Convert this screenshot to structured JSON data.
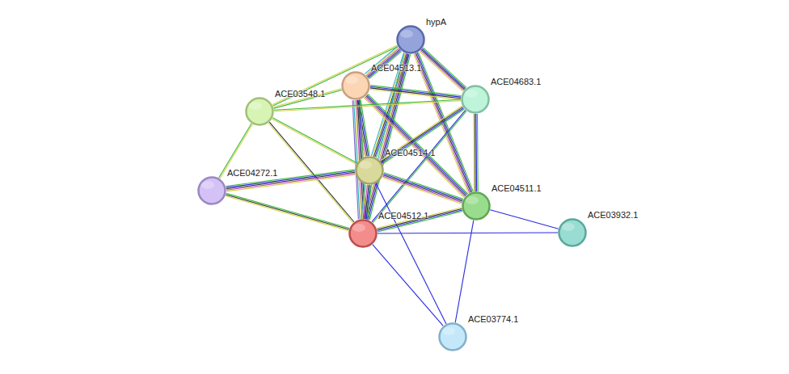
{
  "diagram": {
    "nodes": [
      {
        "text": [
          "hypA"
        ]
      },
      {
        "text": [
          "ACE04513.1"
        ]
      },
      {
        "text": [
          "ACE04683.1"
        ]
      },
      {
        "text": [
          "ACE03548.1"
        ]
      },
      {
        "text": [
          "ACE04514.1"
        ]
      },
      {
        "text": [
          "ACE04272.1"
        ]
      },
      {
        "text": [
          "ACE04511.1"
        ]
      },
      {
        "text": [
          "ACE04512.1"
        ]
      },
      {
        "text": [
          "ACE03932.1"
        ]
      },
      {
        "text": [
          "ACE03774.1"
        ]
      }
    ],
    "edges": [
      {
        "from": 0,
        "to": 1,
        "arrow": "none"
      },
      {
        "from": 0,
        "to": 3,
        "arrow": "none"
      },
      {
        "from": 0,
        "to": 2,
        "arrow": "none"
      },
      {
        "from": 0,
        "to": 4,
        "arrow": "none"
      },
      {
        "from": 0,
        "to": 7,
        "arrow": "none"
      },
      {
        "from": 0,
        "to": 6,
        "arrow": "none"
      },
      {
        "from": 1,
        "to": 3,
        "arrow": "none"
      },
      {
        "from": 1,
        "to": 2,
        "arrow": "none"
      },
      {
        "from": 1,
        "to": 4,
        "arrow": "none"
      },
      {
        "from": 1,
        "to": 7,
        "arrow": "none"
      },
      {
        "from": 1,
        "to": 6,
        "arrow": "none"
      },
      {
        "from": 3,
        "to": 2,
        "arrow": "none"
      },
      {
        "from": 3,
        "to": 5,
        "arrow": "none"
      },
      {
        "from": 3,
        "to": 7,
        "arrow": "none"
      },
      {
        "from": 3,
        "to": 4,
        "arrow": "none"
      },
      {
        "from": 2,
        "to": 4,
        "arrow": "none"
      },
      {
        "from": 2,
        "to": 6,
        "arrow": "none"
      },
      {
        "from": 2,
        "to": 7,
        "arrow": "none"
      },
      {
        "from": 5,
        "to": 4,
        "arrow": "none"
      },
      {
        "from": 5,
        "to": 7,
        "arrow": "none"
      },
      {
        "from": 4,
        "to": 6,
        "arrow": "none"
      },
      {
        "from": 4,
        "to": 7,
        "arrow": "none"
      },
      {
        "from": 4,
        "to": 9,
        "arrow": "none"
      },
      {
        "from": 6,
        "to": 7,
        "arrow": "none"
      },
      {
        "from": 6,
        "to": 8,
        "arrow": "none"
      },
      {
        "from": 7,
        "to": 8,
        "arrow": "none"
      },
      {
        "from": 7,
        "to": 9,
        "arrow": "none"
      },
      {
        "from": 6,
        "to": 9,
        "arrow": "none"
      }
    ]
  }
}
